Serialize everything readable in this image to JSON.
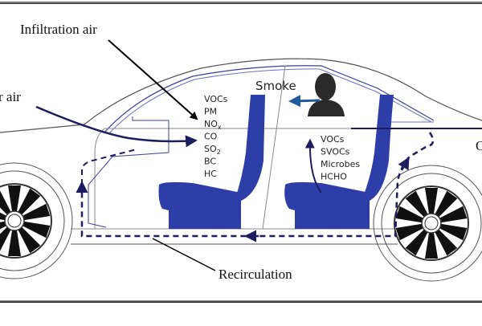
{
  "figure": {
    "labels": {
      "infiltration": "Infiltration air",
      "outdoor": "r air",
      "smoke": "Smoke",
      "recirculation": "Recirculation",
      "right_cut": "O"
    },
    "front_pollutants": [
      "VOCs",
      "PM",
      "NOx",
      "CO",
      "SO2",
      "BC",
      "HC"
    ],
    "rear_pollutants": [
      "VOCs",
      "SVOCs",
      "Microbes",
      "HCHO"
    ],
    "colors": {
      "seat": "#2e3ea8",
      "flow_arrow": "#1c1c5e",
      "smoke_arrow": "#1f5a9a",
      "person": "#2a2a2a",
      "outline": "#555555",
      "window_outline": "#3a3f9a"
    }
  }
}
